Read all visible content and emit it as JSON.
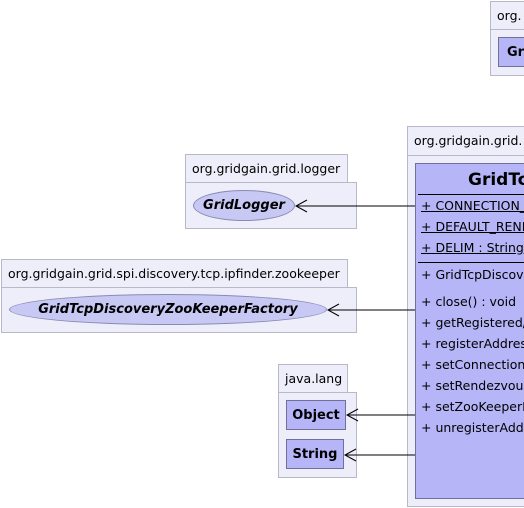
{
  "packages": {
    "top_right": {
      "name": "org.",
      "class_label": "Gr"
    },
    "main": {
      "name": "org.gridgain.grid.",
      "class_title": "GridTc",
      "fields": [
        "+ CONNECTION_T",
        "+ DEFAULT_REND",
        "+ DELIM : String"
      ],
      "methods": [
        "+ GridTcpDiscove",
        "+ close() : void",
        "+ getRegistered/",
        "+ registerAddres",
        "+ setConnection",
        "+ setRendezvous",
        "+ setZooKeeperF",
        "+ unregisterAddr"
      ]
    },
    "logger": {
      "name": "org.gridgain.grid.logger",
      "interface": "GridLogger"
    },
    "zookeeper": {
      "name": "org.gridgain.grid.spi.discovery.tcp.ipfinder.zookeeper",
      "interface": "GridTcpDiscoveryZooKeeperFactory"
    },
    "java_lang": {
      "name": "java.lang",
      "classes": [
        "Object",
        "String"
      ]
    }
  }
}
